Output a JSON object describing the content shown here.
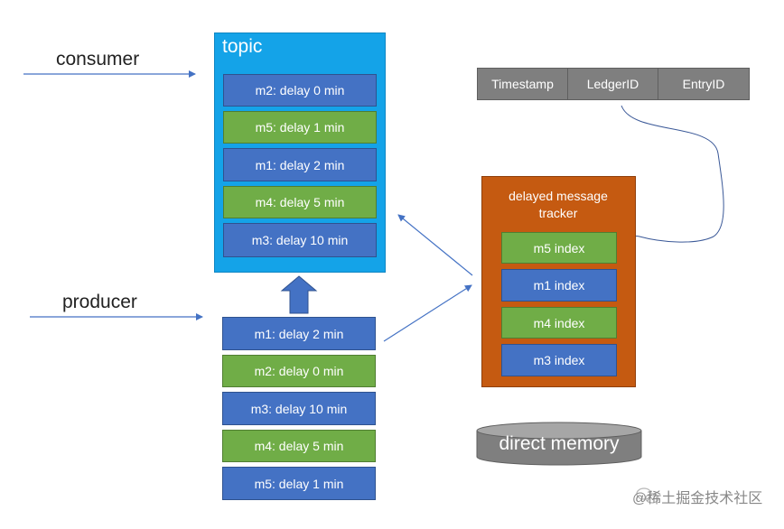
{
  "labels": {
    "consumer": "consumer",
    "producer": "producer",
    "topic_title": "topic",
    "tracker_title": "delayed message tracker",
    "direct_memory": "direct memory",
    "watermark": "@稀土掘金技术社区"
  },
  "topic_messages": [
    {
      "text": "m2: delay 0 min",
      "color": "#4472c4"
    },
    {
      "text": "m5: delay 1 min",
      "color": "#70ad47"
    },
    {
      "text": "m1: delay 2 min",
      "color": "#4472c4"
    },
    {
      "text": "m4: delay 5 min",
      "color": "#70ad47"
    },
    {
      "text": "m3: delay 10 min",
      "color": "#4472c4"
    }
  ],
  "producer_messages": [
    {
      "text": "m1: delay 2 min",
      "color": "#4472c4"
    },
    {
      "text": "m2: delay 0 min",
      "color": "#70ad47"
    },
    {
      "text": "m3: delay 10 min",
      "color": "#4472c4"
    },
    {
      "text": "m4: delay 5 min",
      "color": "#70ad47"
    },
    {
      "text": "m5: delay 1 min",
      "color": "#4472c4"
    }
  ],
  "tracker_entries": [
    {
      "text": "m5 index",
      "color": "#70ad47"
    },
    {
      "text": "m1 index",
      "color": "#4472c4"
    },
    {
      "text": "m4 index",
      "color": "#70ad47"
    },
    {
      "text": "m3 index",
      "color": "#4472c4"
    }
  ],
  "index_fields": [
    "Timestamp",
    "LedgerID",
    "EntryID"
  ],
  "colors": {
    "topic": "#14a3e8",
    "tracker": "#c55a11",
    "blue": "#4472c4",
    "green": "#70ad47",
    "field": "#7f7f7f",
    "memory": "#808080"
  }
}
